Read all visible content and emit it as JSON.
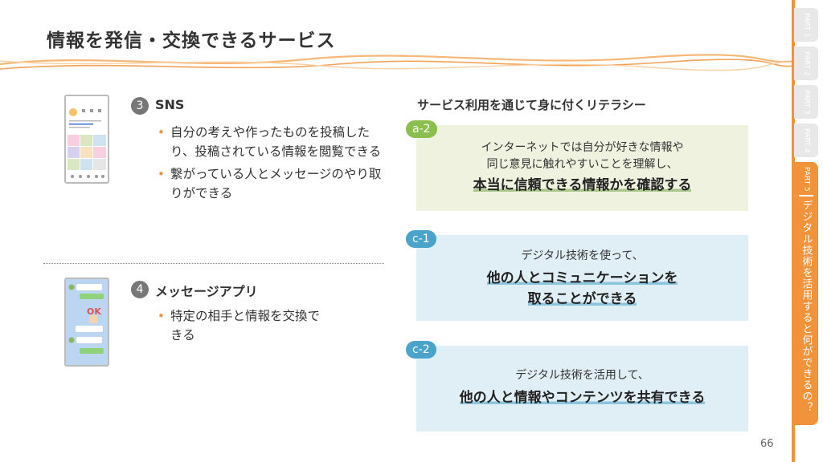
{
  "title": "情報を発信・交換できるサービス",
  "tabs": [
    {
      "label": "PART 1"
    },
    {
      "label": "PART 2"
    },
    {
      "label": "PART 3"
    },
    {
      "label": "PART 4"
    }
  ],
  "active_tab": {
    "label": "PART 5",
    "description": "デジタル技術を活用すると何ができるの？"
  },
  "page_number": "66",
  "sns": {
    "number": "3",
    "heading": "SNS",
    "bullets": [
      "自分の考えや作ったものを投稿したり、投稿されている情報を閲覧できる",
      "繋がっている人とメッセージのやり取りができる"
    ]
  },
  "messaging": {
    "number": "4",
    "heading": "メッセージアプリ",
    "bullets": [
      "特定の相手と情報を交換できる"
    ],
    "sticker_text": "OK"
  },
  "literacy": {
    "title": "サービス利用を通じて身に付くリテラシー",
    "cards": [
      {
        "badge": "a-2",
        "line1": "インターネットでは自分が好きな情報や",
        "line2": "同じ意見に触れやすいことを理解し、",
        "strong1": "本当に信頼できる情報かを確認する"
      },
      {
        "badge": "c-1",
        "line1": "デジタル技術を使って、",
        "strong1": "他の人とコミュニケーションを",
        "strong2": "取ることができる"
      },
      {
        "badge": "c-2",
        "line1": "デジタル技術を活用して、",
        "strong1": "他の人と情報やコンテンツを共有できる"
      }
    ]
  },
  "colors": {
    "accent": "#f0933a",
    "green": "#8cbd4f",
    "blue": "#4aa3c9"
  }
}
